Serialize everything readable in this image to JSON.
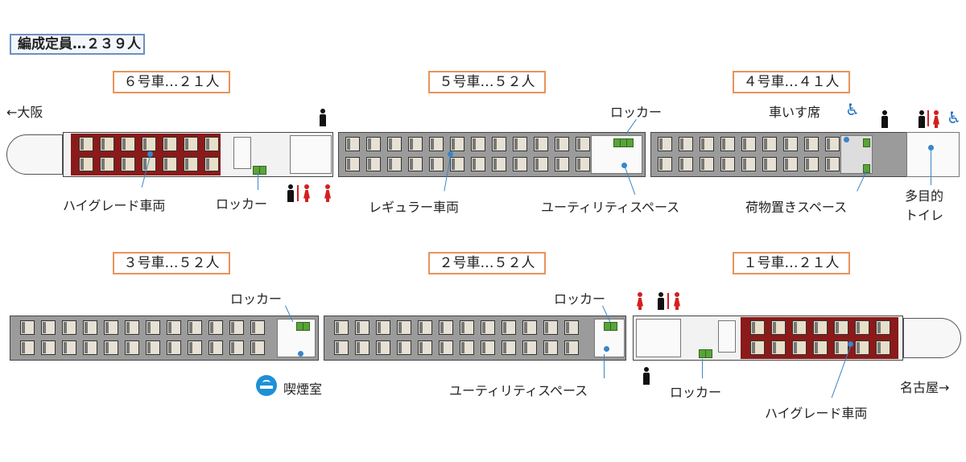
{
  "capacity": "編成定員…２３９人",
  "directions": {
    "left": "←大阪",
    "right": "名古屋→"
  },
  "cars": {
    "car6": "６号車…２１人",
    "car5": "５号車…５２人",
    "car4": "４号車…４１人",
    "car3": "３号車…５２人",
    "car2": "２号車…５２人",
    "car1": "１号車…２１人"
  },
  "labels": {
    "high_grade_top": "ハイグレード車両",
    "locker_6": "ロッカー",
    "regular": "レギュラー車両",
    "locker_5": "ロッカー",
    "utility_5": "ユーティリティスペース",
    "wheelchair_seat": "車いす席",
    "luggage_space": "荷物置きスペース",
    "multipurpose_toilet": "多目的\nトイレ",
    "locker_3": "ロッカー",
    "smoking_room": "喫煙室",
    "locker_2": "ロッカー",
    "utility_2": "ユーティリティスペース",
    "locker_1": "ロッカー",
    "high_grade_bottom": "ハイグレード車両"
  },
  "colors": {
    "accent_border": "#e8935a",
    "capacity_border": "#6d8fbf",
    "high_grade": "#8b1a1a",
    "leader": "#3a86c8",
    "locker": "#5aa23a",
    "female": "#d32020",
    "accessible": "#1b6fc2"
  }
}
